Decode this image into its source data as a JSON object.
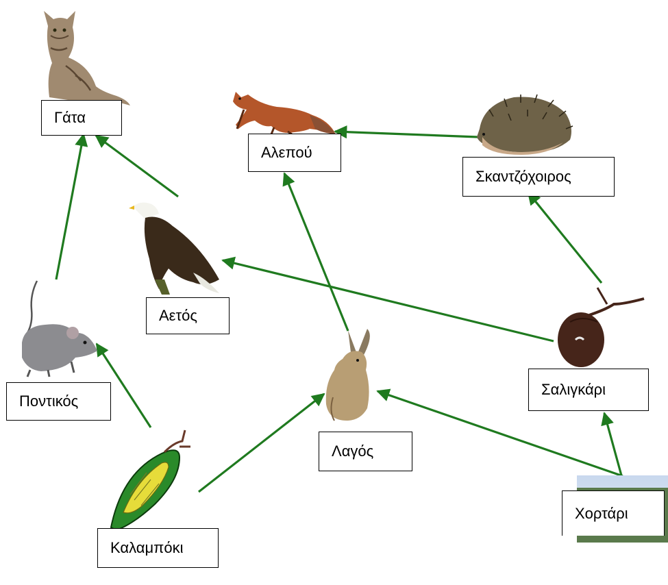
{
  "organisms": {
    "cat": "Γάτα",
    "fox": "Αλεπού",
    "hedgehog": "Σκαντζόχοιρος",
    "eagle": "Αετός",
    "mouse": "Ποντικός",
    "snail": "Σαλιγκάρι",
    "hare": "Λαγός",
    "corn": "Καλαμπόκι",
    "grass": "Χορτάρι"
  },
  "feeding_relations": [
    {
      "from": "mouse",
      "to": "cat"
    },
    {
      "from": "eagle",
      "to": "cat"
    },
    {
      "from": "hedgehog",
      "to": "fox"
    },
    {
      "from": "hare",
      "to": "fox"
    },
    {
      "from": "snail",
      "to": "eagle"
    },
    {
      "from": "snail",
      "to": "hedgehog"
    },
    {
      "from": "corn",
      "to": "mouse"
    },
    {
      "from": "corn",
      "to": "hare"
    },
    {
      "from": "grass",
      "to": "hare"
    },
    {
      "from": "grass",
      "to": "snail"
    }
  ],
  "colors": {
    "arrow": "#1f7a1f",
    "label_border": "#000000",
    "background": "#ffffff"
  },
  "icons": [
    "cat-icon",
    "fox-icon",
    "hedgehog-icon",
    "eagle-icon",
    "mouse-icon",
    "snail-icon",
    "hare-icon",
    "corn-icon",
    "grass-field-icon"
  ]
}
